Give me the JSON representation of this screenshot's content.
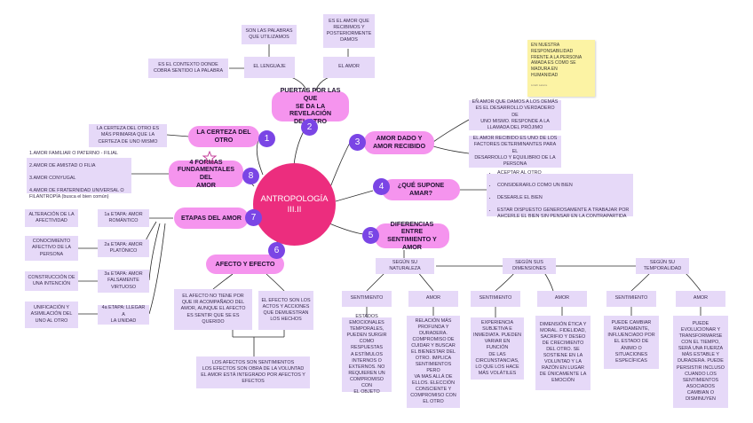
{
  "center_label": "ANTROPOLOGÍA\nIII.II",
  "branches": {
    "b1": {
      "num": "1",
      "label": "LA CERTEZA DEL OTRO"
    },
    "b2": {
      "num": "2",
      "label": "PUERTAS POR LAS QUE\nSE DA LA REVELACIÓN\nDEL OTRO"
    },
    "b3": {
      "num": "3",
      "label": "AMOR DADO Y\nAMOR RECIBIDO"
    },
    "b4": {
      "num": "4",
      "label": "¿QUÉ SUPONE AMAR?"
    },
    "b5": {
      "num": "5",
      "label": "DIFERENCIAS ENTRE\nSENTIMIENTO Y AMOR"
    },
    "b6": {
      "num": "6",
      "label": "AFECTO Y EFECTO"
    },
    "b7": {
      "num": "7",
      "label": "ETAPAS DEL AMOR"
    },
    "b8": {
      "num": "8",
      "label": "4 FORMAS\nFUNDAMENTALES DEL\nAMOR"
    }
  },
  "certeza_text": "LA CERTEZA DEL OTRO ES\nMÁS PRIMARIA QUE LA\nCERTEZA DE UNO MISMO",
  "puertas": {
    "lenguaje": "EL LENGUAJE",
    "lenguaje_a": "SON LAS PALABRAS\nQUE UTILIZAMOS",
    "lenguaje_b": "ES EL CONTEXTO DONDE\nCOBRA SENTIDO LA PALABRA",
    "amor": "EL AMOR",
    "amor_a": "ES EL AMOR QUE\nRECIBIMOS Y\nPOSTERIORMENTE\nDAMOS"
  },
  "sticky": {
    "text": "EN NUESTRA\nRESPONSABILIDAD\nFRENTE A LA PERSONA\nAMADA ES COMO SE\nMADURA EN\nHUMANIDAD",
    "sig": "Lizeth Latorre"
  },
  "amor_dado": {
    "a": "EÑ AMOR QUE DAMOS A LOS DEMÁS\nES EL DESARROLLO VERDADERO DE\nUNO MISMO. RESPONDE A LA\nLLAMADA DEL PRÓJIMO",
    "b": "EL AMOR RECIBIDO ES UNO DE LOS\nFACTORES DETERMINANTES PARA EL\nDESARROLLO Y EQUILIBRIO DE LA\nPERSONA"
  },
  "supone_amar": [
    "ACEPTAR AL OTRO",
    "CONSIDERARLO COMO UN BIEN",
    "DESEARLE EL BIEN",
    "ESTAR DISPUESTO GENEROSAMENTE A TRABAJAR POR AHCERLE EL BIEN SIN PENSAR EN LA CONTRAPARTIDA"
  ],
  "diferencias": {
    "naturaleza": {
      "label": "SEGÚN SU\nNATURALEZA",
      "sent_label": "SENTIMIENTO",
      "sent_text": "ESTADOS\nEMOCIONALES\nTEMPORALES,\nPUEDEN SURGIR\nCOMO RESPUESTAS\nA ESTÍMULOS\nINTERNOS O\nEXTERNOS. NO\nREQUIEREN UN\nCOMPROMISO CON\nEL OBJETO",
      "amor_label": "AMOR",
      "amor_text": "RELACIÓN MÁS\nPROFUNDA Y\nDURADERA.\nCOMPROMISO DE\nCUIDAR Y BUSCAR\nEL BIENESTAR DEL\nOTRO. IMPLICA\nSENTIMIENTOS PERO\nVA MAS ALLÁ DE\nELLOS. ELECCIÓN\nCONSCIENTE Y\nCOMPROMISO CON\nEL OTRO"
    },
    "dimensiones": {
      "label": "SEGÚN SUS\nDIMENSIONES",
      "sent_label": "SENTIMIENTO",
      "sent_text": "EXPERIENCIA\nSUBJETIVA E\nINMEDIATA. PUEDEN\nVARIAR EN FUNCIÓN\nDE LAS\nCIRCUNSTANCIAS,\nLO QUE LOS HACE\nMÁS VOLÁTILES",
      "amor_label": "AMOR",
      "amor_text": "DIMENSIÓN ÉTICA Y\nMORAL. FIDELIDAD,\nSACRIFIO Y DESEO\nDE CRECIMIENTO\nDEL OTRO. SE\nSOSTIENE EN LA\nVOLUNTAD Y LA\nRAZÓN EN LUGAR\nDE ÚNICAMENTE LA\nEMOCIÓN"
    },
    "temporalidad": {
      "label": "SEGÚN SU\nTEMPORALIDAD",
      "sent_label": "SENTIMIENTO",
      "sent_text": "PUEDE CAMBIAR\nRAPIDAMENTE,\nINFLUENCIADO POR\nEL ESTADO DE\nÁNIMO O\nSITUACIONES\nESPECÍFICAS",
      "amor_label": "AMOR",
      "amor_text": "PUEDE\nEVOLUCIONAR Y\nTRANSFORMARSE\nCON EL TIEMPO,\nSERÁ UNA FUERZA\nMÁS ESTABLE Y\nDURADERA. PUEDE\nPERSISTIR INCLUSO\nCUANDO LOS\nSENTIMIENTOS\nASOCIADOS\nCAMBIAN O\nDISMINUYEN"
    }
  },
  "afecto": {
    "a": "EL AFECTO NO TIENE POR\nQUE IR ACOMPAÑADO DEL\nAMOR, AUNQUE EL AFECTO\nES SENTIR QUE SE ES\nQUERIDO",
    "b": "EL EFECTO SON LOS\nACTOS Y ACCIONES\nQUE DEMUESTRAN\nLOS HECHOS",
    "c": "LOS AFECTOS SON SENTIMIENTOS\nLOS EFECTOS SON OBRA DE LA VOLUNTAD\nEL AMOR ESTÁ INTEGRADO POR AFECTOS Y\nEFECTOS"
  },
  "etapas": [
    {
      "stage": "1a ETAPA: AMOR\nROMÁNTICO",
      "desc": "ALTERACIÓN DE LA\nAFECTIVIDAD"
    },
    {
      "stage": "2a ETAPA: AMOR\nPLATÓNICO",
      "desc": "CONOCIMIENTO\nAFECTIVO DE LA\nPERSONA"
    },
    {
      "stage": "3a ETAPA: AMOR\nFALSAMENTE\nVIRTUOSO",
      "desc": "CONSTRUCCIÓN DE\nUNA INTENCIÓN"
    },
    {
      "stage": "4a ETAPA: LLEGAR A\nLA UNIDAD",
      "desc": "UNIFICACIÓN Y\nASIMILACIÓN DEL\nUNO AL OTRO"
    }
  ],
  "formas": [
    "1.AMOR FAMILIAR O PATERNO - FILIAL",
    "2.AMOR DE AMISTAD O FILIA",
    "3.AMOR CONYUGAL",
    "4.AMOR DE FRATERNIDAD UNIVERSAL O FILANTROPÍA (busca el bien común)"
  ]
}
